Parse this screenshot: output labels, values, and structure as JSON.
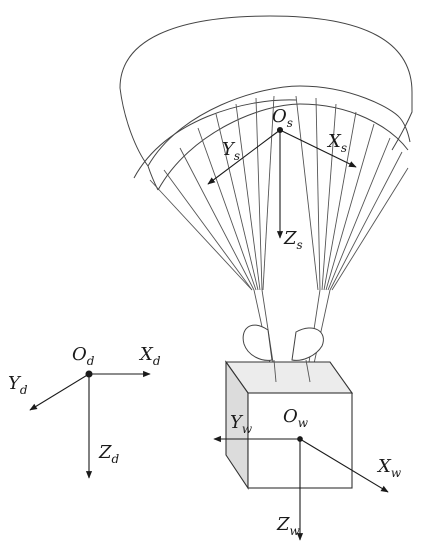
{
  "frames": {
    "canopy": {
      "origin": {
        "main": "O",
        "sub": "s"
      },
      "x": {
        "main": "X",
        "sub": "s"
      },
      "y": {
        "main": "Y",
        "sub": "s"
      },
      "z": {
        "main": "Z",
        "sub": "s"
      }
    },
    "reference": {
      "origin": {
        "main": "O",
        "sub": "d"
      },
      "x": {
        "main": "X",
        "sub": "d"
      },
      "y": {
        "main": "Y",
        "sub": "d"
      },
      "z": {
        "main": "Z",
        "sub": "d"
      }
    },
    "payload": {
      "origin": {
        "main": "O",
        "sub": "w"
      },
      "x": {
        "main": "X",
        "sub": "w"
      },
      "y": {
        "main": "Y",
        "sub": "w"
      },
      "z": {
        "main": "Z",
        "sub": "w"
      }
    }
  },
  "colors": {
    "line": "#333333",
    "payload_shade": "#e3e3e3"
  }
}
